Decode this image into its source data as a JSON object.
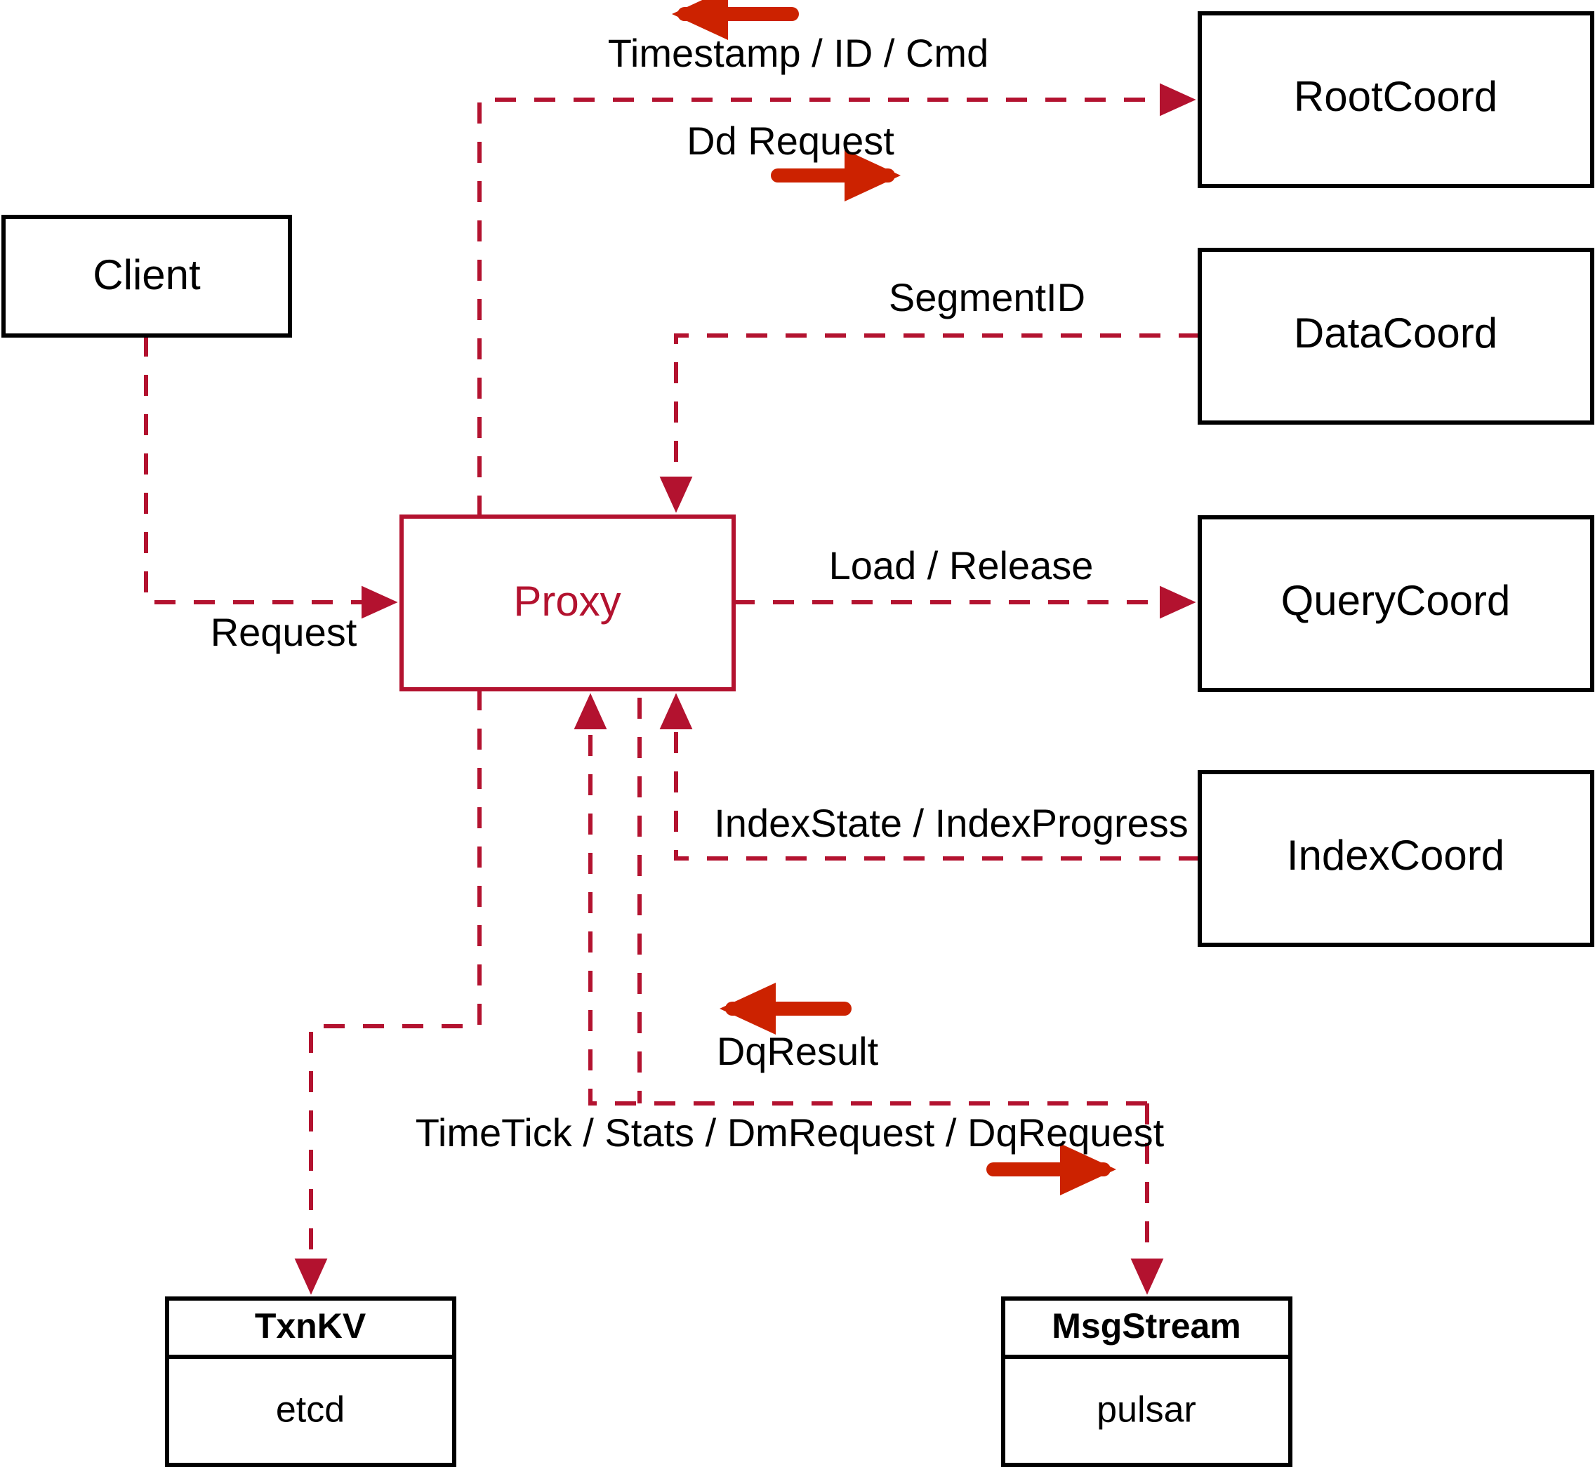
{
  "diagram": {
    "title": "Milvus Proxy interaction diagram",
    "colors": {
      "accent": "#B3122F",
      "arrow": "#CC2200",
      "node_stroke": "#000000",
      "background": "#ffffff"
    },
    "nodes": {
      "client": {
        "label": "Client"
      },
      "proxy": {
        "label": "Proxy"
      },
      "root_coord": {
        "label": "RootCoord"
      },
      "data_coord": {
        "label": "DataCoord"
      },
      "query_coord": {
        "label": "QueryCoord"
      },
      "index_coord": {
        "label": "IndexCoord"
      },
      "txnkv": {
        "label": "TxnKV",
        "sub_label": "etcd"
      },
      "msgstream": {
        "label": "MsgStream",
        "sub_label": "pulsar"
      }
    },
    "edges": [
      {
        "id": "client-request",
        "label": "Request",
        "from": "client",
        "to": "proxy",
        "direction": "right"
      },
      {
        "id": "dd-request",
        "label": "Dd Request",
        "from": "proxy",
        "to": "root_coord",
        "direction": "right"
      },
      {
        "id": "timestamp-id-cmd",
        "label": "Timestamp / ID / Cmd",
        "from": "root_coord",
        "to": "proxy",
        "direction": "left"
      },
      {
        "id": "segment-id",
        "label": "SegmentID",
        "from": "data_coord",
        "to": "proxy",
        "direction": "left"
      },
      {
        "id": "load-release",
        "label": "Load / Release",
        "from": "proxy",
        "to": "query_coord",
        "direction": "right"
      },
      {
        "id": "index-state",
        "label": "IndexState / IndexProgress",
        "from": "index_coord",
        "to": "proxy",
        "direction": "left"
      },
      {
        "id": "dq-result",
        "label": "DqResult",
        "from": "msgstream",
        "to": "proxy",
        "direction": "left"
      },
      {
        "id": "timetick-stats",
        "label": "TimeTick / Stats / DmRequest / DqRequest",
        "from": "proxy",
        "to": "msgstream",
        "direction": "right"
      },
      {
        "id": "proxy-txnkv",
        "label": "",
        "from": "proxy",
        "to": "txnkv",
        "direction": "down"
      }
    ]
  }
}
